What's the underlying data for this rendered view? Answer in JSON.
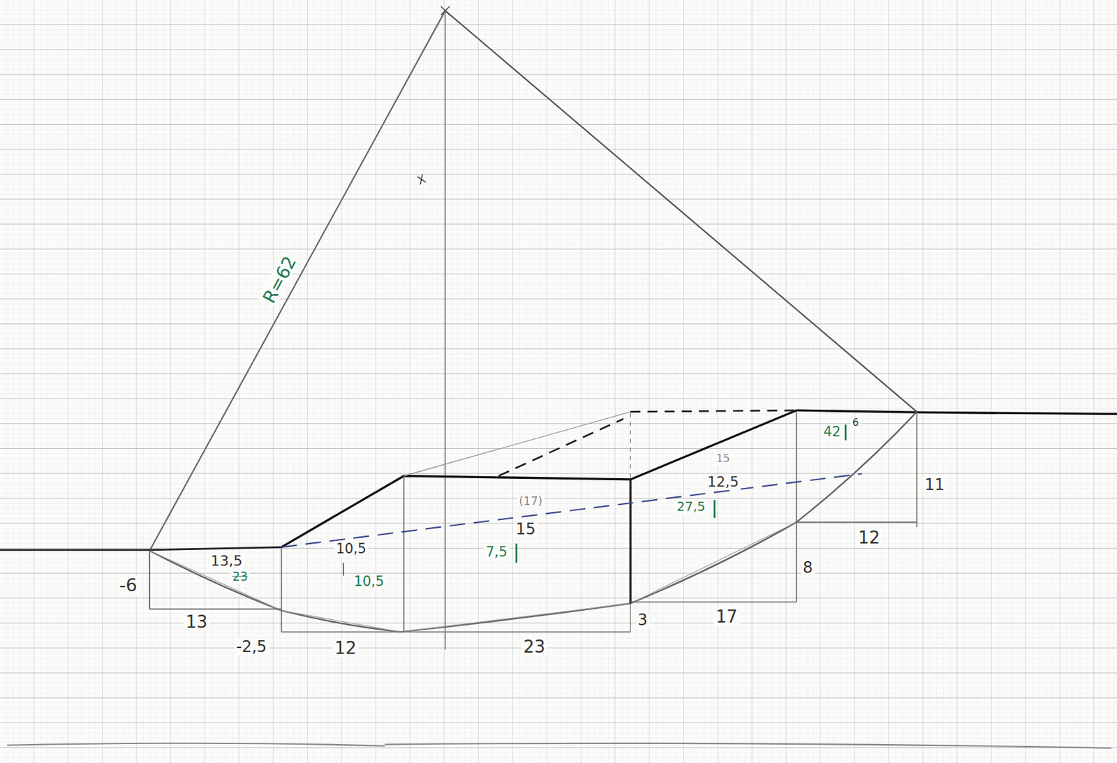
{
  "diagram": {
    "labels": [
      "R=62",
      "-6",
      "13",
      "13,5",
      "23",
      "-2,5",
      "12",
      "10,5",
      "10,5",
      "7,5",
      "15",
      "(17)",
      "23",
      "3",
      "17",
      "8",
      "15",
      "12,5",
      "27,5",
      "42",
      "6",
      "11",
      "12"
    ]
  }
}
